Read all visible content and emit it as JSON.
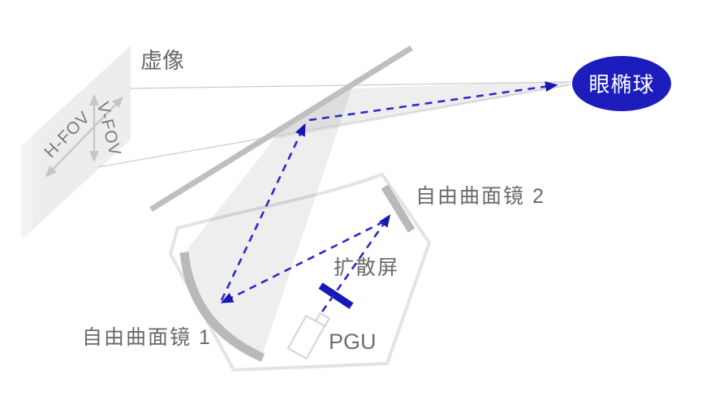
{
  "figure": {
    "description": "HUD optical path schematic",
    "labels": {
      "virtual_image": "虚像",
      "h_fov": "H-FOV",
      "v_fov": "V-FOV",
      "eyebox": "眼椭球",
      "freeform_mirror_2": "自由曲面镜 2",
      "freeform_mirror_1": "自由曲面镜 1",
      "diffuser": "扩散屏",
      "pgu": "PGU"
    },
    "colors": {
      "ray_blue": "#2a2acc",
      "solid_blue": "#1d1dbe",
      "structure_gray": "#bababa",
      "beam_gray": "#ebebeb",
      "text_gray": "#696969"
    }
  }
}
